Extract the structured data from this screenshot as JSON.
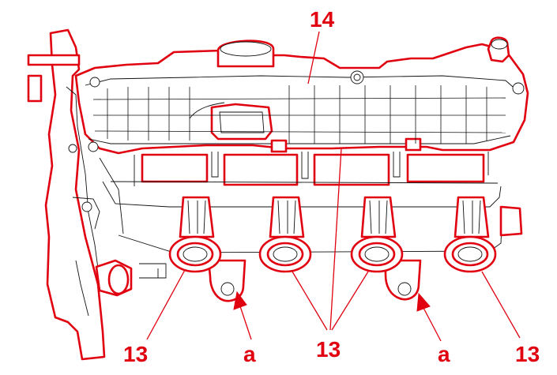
{
  "colors": {
    "accent": "#e0000f",
    "line": "#111111",
    "background": "#ffffff"
  },
  "callouts": {
    "cover": "14",
    "seal_left": "13",
    "seal_center": "13",
    "seal_right": "13",
    "marker_left": "a",
    "marker_right": "a"
  }
}
